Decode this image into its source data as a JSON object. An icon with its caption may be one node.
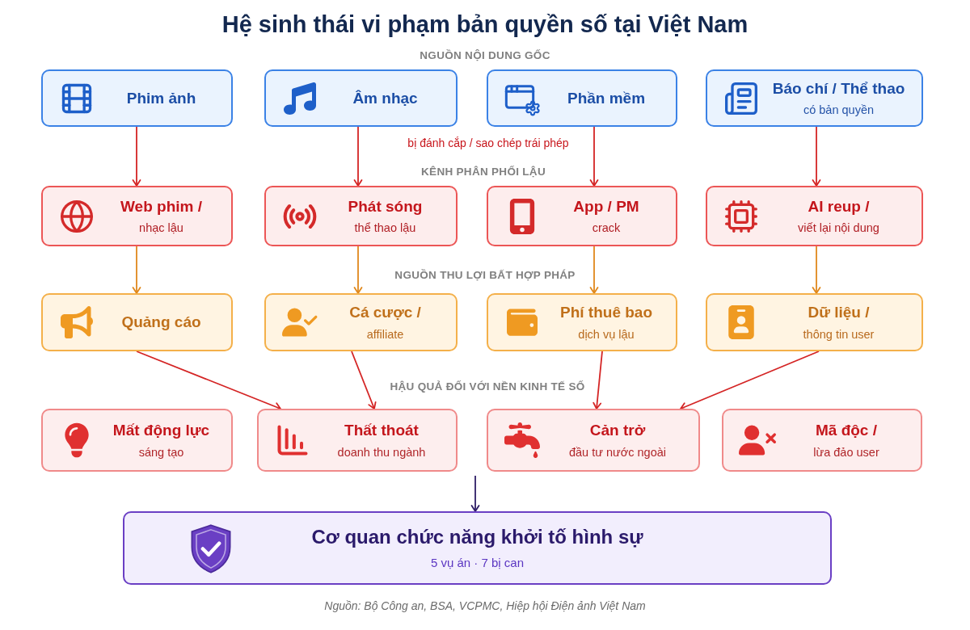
{
  "diagram": {
    "title": "Hệ sinh thái vi phạm bản quyền số tại Việt Nam",
    "caption": "Nguồn: Bộ Công an, BSA, VCPMC, Hiệp hội Điện ảnh Việt Nam",
    "nodes": [
      {
        "text": [
          "Phim ảnh"
        ]
      },
      {
        "text": [
          "Âm nhạc"
        ]
      },
      {
        "text": [
          "Phần mềm"
        ]
      },
      {
        "text": [
          "Báo chí / Thể thao",
          "có bản quyền"
        ]
      },
      {
        "text": [
          "Web phim /",
          "nhạc lậu"
        ]
      },
      {
        "text": [
          "Phát sóng",
          "thể thao lậu"
        ]
      },
      {
        "text": [
          "App / PM",
          "crack"
        ]
      },
      {
        "text": [
          "AI reup /",
          "viết lại nội dung"
        ]
      },
      {
        "text": [
          "Quảng cáo"
        ]
      },
      {
        "text": [
          "Cá cược /",
          "affiliate"
        ]
      },
      {
        "text": [
          "Phí thuê bao",
          "dịch vụ lậu"
        ]
      },
      {
        "text": [
          "Dữ liệu /",
          "thông tin user"
        ]
      },
      {
        "text": [
          "Mất động lực",
          "sáng tạo"
        ]
      },
      {
        "text": [
          "Thất thoát",
          "doanh thu ngành"
        ]
      },
      {
        "text": [
          "Cản trở",
          "đầu tư nước ngoài"
        ]
      },
      {
        "text": [
          "Mã độc /",
          "lừa đảo user"
        ]
      },
      {
        "text": [
          "Cơ quan chức năng khởi tố hình sự",
          "5 vụ án · 7 bị can"
        ]
      }
    ],
    "edges": [
      {
        "from": 0,
        "to": 4,
        "arrow": "to"
      },
      {
        "from": 1,
        "to": 5,
        "arrow": "to"
      },
      {
        "from": 2,
        "to": 6,
        "arrow": "to"
      },
      {
        "from": 3,
        "to": 7,
        "arrow": "to"
      },
      {
        "from": 4,
        "to": 8,
        "arrow": "to",
        "color": "#e0881c"
      },
      {
        "from": 5,
        "to": 9,
        "arrow": "to",
        "color": "#e0881c"
      },
      {
        "from": 6,
        "to": 10,
        "arrow": "to",
        "color": "#e0881c"
      },
      {
        "from": 7,
        "to": 11,
        "arrow": "to",
        "color": "#e0881c"
      },
      {
        "from": 8,
        "to": 13,
        "arrow": "to"
      },
      {
        "from": 9,
        "to": 13,
        "arrow": "to"
      },
      {
        "from": 10,
        "to": 14,
        "arrow": "to"
      },
      {
        "from": 11,
        "to": 14,
        "arrow": "to"
      },
      {
        "from": null,
        "to": 16,
        "arrow": "to",
        "color": "#2e1d66"
      }
    ],
    "labels": [
      "NGUỒN NỘI DUNG GỐC",
      "bị đánh cắp / sao chép trái phép",
      "KÊNH PHÂN PHỐI LẬU",
      "NGUỒN THU LỢI BẤT HỢP PHÁP",
      "HẬU QUẢ ĐỐI VỚI NỀN KINH TẾ SỐ"
    ]
  }
}
